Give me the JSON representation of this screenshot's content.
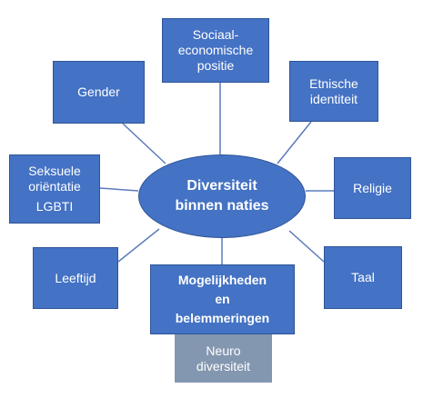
{
  "center": {
    "lines": [
      "Diversiteit",
      "binnen naties"
    ]
  },
  "nodes": {
    "socioeconomic": {
      "lines": [
        "Sociaal-",
        "economische",
        "positie"
      ]
    },
    "ethnic": {
      "lines": [
        "Etnische",
        "identiteit"
      ]
    },
    "gender": {
      "lines": [
        "Gender"
      ]
    },
    "religion": {
      "lines": [
        "Religie"
      ]
    },
    "sexual": {
      "lines": [
        "Seksuele",
        "oriëntatie",
        "LGBTI"
      ]
    },
    "language": {
      "lines": [
        "Taal"
      ]
    },
    "age": {
      "lines": [
        "Leeftijd"
      ]
    },
    "opportunities": {
      "lines": [
        "Mogelijkheden",
        "en",
        "belemmeringen"
      ]
    },
    "neuro": {
      "lines": [
        "Neuro",
        "diversiteit"
      ]
    }
  },
  "colors": {
    "node_fill": "#4472c4",
    "node_border": "#2f5597",
    "connector": "#5b7bbd",
    "neuro_fill": "#8497b0",
    "text": "#ffffff"
  }
}
